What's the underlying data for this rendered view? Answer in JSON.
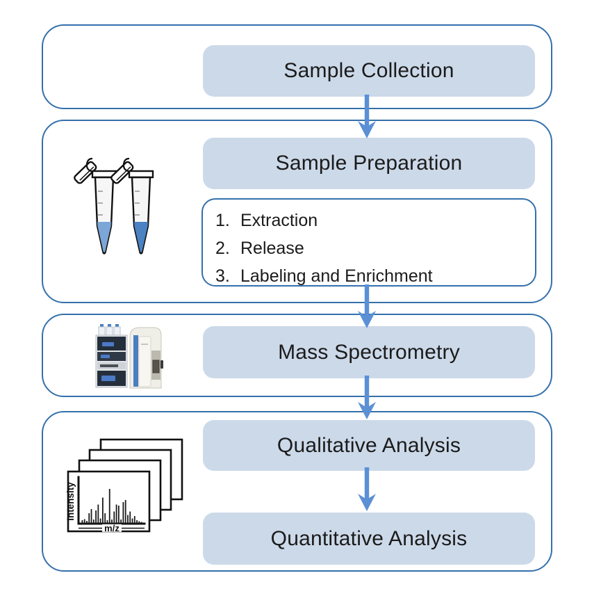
{
  "flow": {
    "step1_label": "Sample Collection",
    "step2_label": "Sample Preparation",
    "step2_substeps": [
      {
        "num": "1.",
        "text": "Extraction"
      },
      {
        "num": "2.",
        "text": "Release"
      },
      {
        "num": "3.",
        "text": "Labeling and Enrichment"
      }
    ],
    "step3_label": "Mass Spectrometry",
    "step4_label": "Qualitative Analysis",
    "step5_label": "Quantitative Analysis"
  },
  "spectrum_icon": {
    "ylabel": "Intensity",
    "xlabel": "m/z",
    "bars": [
      0.1,
      0.13,
      0.08,
      0.3,
      0.42,
      0.12,
      0.38,
      0.55,
      0.15,
      0.75,
      0.3,
      0.1,
      1.0,
      0.12,
      0.35,
      0.55,
      0.52,
      0.12,
      0.62,
      0.68,
      0.25,
      0.35,
      0.15,
      0.22,
      0.1,
      0.07,
      0.05
    ]
  },
  "colors": {
    "container_border": "#3470ab",
    "button_bg": "#ccd9e9",
    "arrow": "#5b90d5",
    "tube_liquid_light": "#7ba6d7",
    "tube_liquid_dark": "#4a82c2",
    "text": "#1b1b1b"
  }
}
